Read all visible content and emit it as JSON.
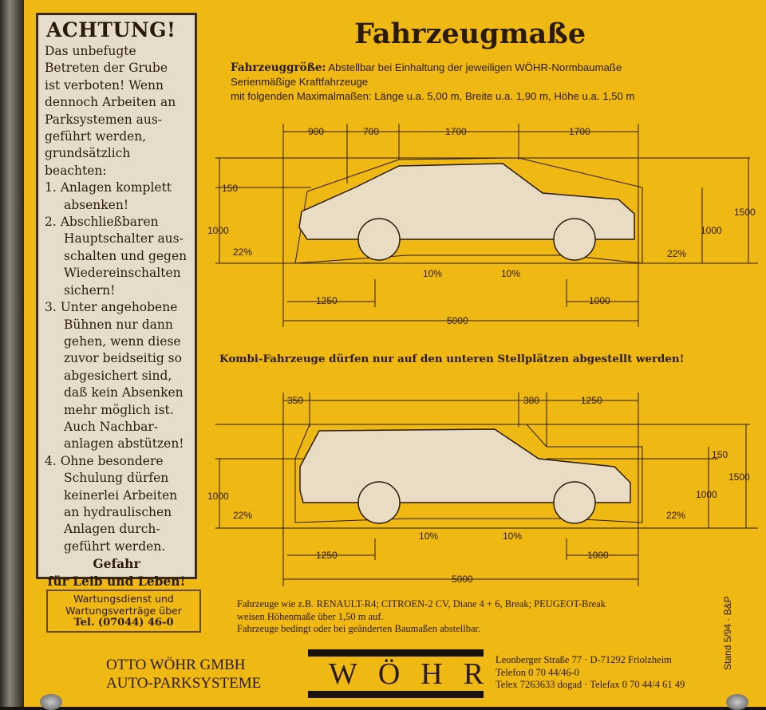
{
  "warning": {
    "heading": "ACHTUNG!",
    "lines": [
      "Das unbefugte",
      "Betreten der Grube",
      "ist verboten! Wenn",
      "dennoch Arbeiten an",
      "Parksystemen aus-",
      "geführt werden,",
      "grundsätzlich",
      "beachten:"
    ],
    "items": [
      [
        "1. Anlagen komplett",
        "absenken!"
      ],
      [
        "2. Abschließbaren",
        "Hauptschalter aus-",
        "schalten und gegen",
        "Wiedereinschalten",
        "sichern!"
      ],
      [
        "3. Unter angehobene",
        "Bühnen nur dann",
        "gehen, wenn diese",
        "zuvor beidseitig so",
        "abgesichert sind,",
        "daß kein Absenken",
        "mehr möglich ist.",
        "Auch Nachbar-",
        "anlagen abstützen!"
      ],
      [
        "4. Ohne besondere",
        "Schulung dürfen",
        "keinerlei Arbeiten",
        "an hydraulischen",
        "Anlagen durch-",
        "geführt werden."
      ]
    ],
    "danger": [
      "Gefahr",
      "für Leib und Leben!"
    ]
  },
  "service": {
    "line1": "Wartungsdienst und",
    "line2": "Wartungsverträge über",
    "tel": "Tel. (07044) 46-0"
  },
  "title": "Fahrzeugmaße",
  "intro": {
    "label": "Fahrzeuggröße:",
    "line1": " Abstellbar bei Einhaltung der jeweiligen WÖHR-Normbaumaße",
    "line2": "Serienmäßige Kraftfahrzeuge",
    "line3": "mit folgenden Maximalmaßen: Länge u.a. 5,00 m, Breite u.a. 1,90 m, Höhe u.a. 1,50 m"
  },
  "diagram_sedan": {
    "top": [
      "900",
      "700",
      "1700",
      "1700"
    ],
    "left_150": "150",
    "left_1000": "1000",
    "right_1000": "1000",
    "right_1500": "1500",
    "angle_left": "22%",
    "ramp_left": "10%",
    "ramp_right": "10%",
    "angle_right": "22%",
    "bottom_left": "1250",
    "bottom_right": "1000",
    "total": "5000"
  },
  "kombi_notice": "Kombi-Fahrzeuge dürfen nur auf den unteren Stellplätzen abgestellt werden!",
  "diagram_kombi": {
    "top": [
      "350",
      "380",
      "1250"
    ],
    "right_150": "150",
    "left_1000": "1000",
    "right_1000": "1000",
    "right_1500": "1500",
    "angle_left": "22%",
    "ramp_left": "10%",
    "ramp_right": "10%",
    "angle_right": "22%",
    "bottom_left": "1250",
    "bottom_right": "1000",
    "total": "5000"
  },
  "note": {
    "line1": "Fahrzeuge wie z.B. RENAULT-R4; CITROEN-2 CV, Diane 4 + 6, Break; PEUGEOT-Break",
    "line2": "weisen Höhenmaße über 1,50 m auf.",
    "line3": "Fahrzeuge bedingt oder bei geänderten Baumaßen abstellbar."
  },
  "company": {
    "line1": "OTTO WÖHR GMBH",
    "line2": "AUTO-PARKSYSTEME",
    "logo": "WÖHR"
  },
  "address": {
    "line1": "Leonberger Straße 77 · D-71292 Friolzheim",
    "line2": "Telefon 0 70 44/46-0",
    "line3": "Telex 7263633 dogad · Telefax 0 70 44/4 61 49"
  },
  "stand": "Stand 5/94 · B&P",
  "colors": {
    "sign": "#f0b812",
    "panel": "#e6dccb",
    "ink": "#2a1a08"
  }
}
